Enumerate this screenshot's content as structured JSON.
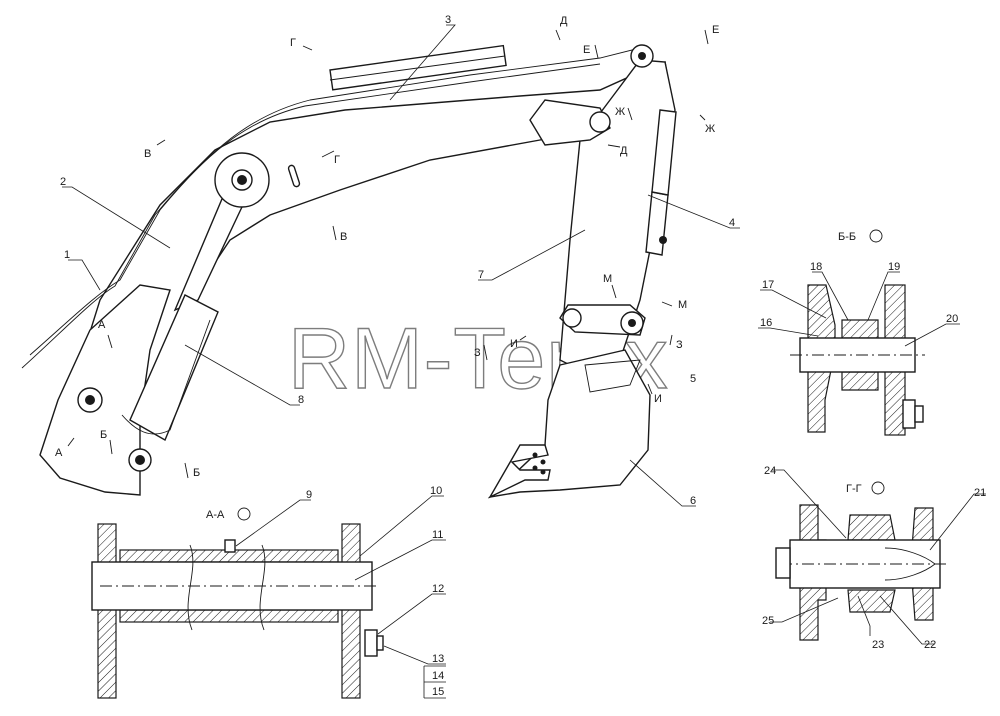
{
  "watermark": "RM-Terex",
  "callouts": {
    "c1": "1",
    "c2": "2",
    "c3": "3",
    "c4": "4",
    "c5": "5",
    "c6": "6",
    "c7": "7",
    "c8": "8",
    "c9": "9",
    "c10": "10",
    "c11": "11",
    "c12": "12",
    "c13": "13",
    "c14": "14",
    "c15": "15",
    "c16": "16",
    "c17": "17",
    "c18": "18",
    "c19": "19",
    "c20": "20",
    "c21": "21",
    "c22": "22",
    "c23": "23",
    "c24": "24",
    "c25": "25"
  },
  "section_markers": {
    "a": "А",
    "b": "Б",
    "v": "В",
    "g": "Г",
    "d": "Д",
    "e": "Е",
    "zh": "Ж",
    "z": "З",
    "i": "И",
    "m": "М"
  },
  "section_views": {
    "aa": "А-А",
    "bb": "Б-Б",
    "gg": "Г-Г"
  }
}
